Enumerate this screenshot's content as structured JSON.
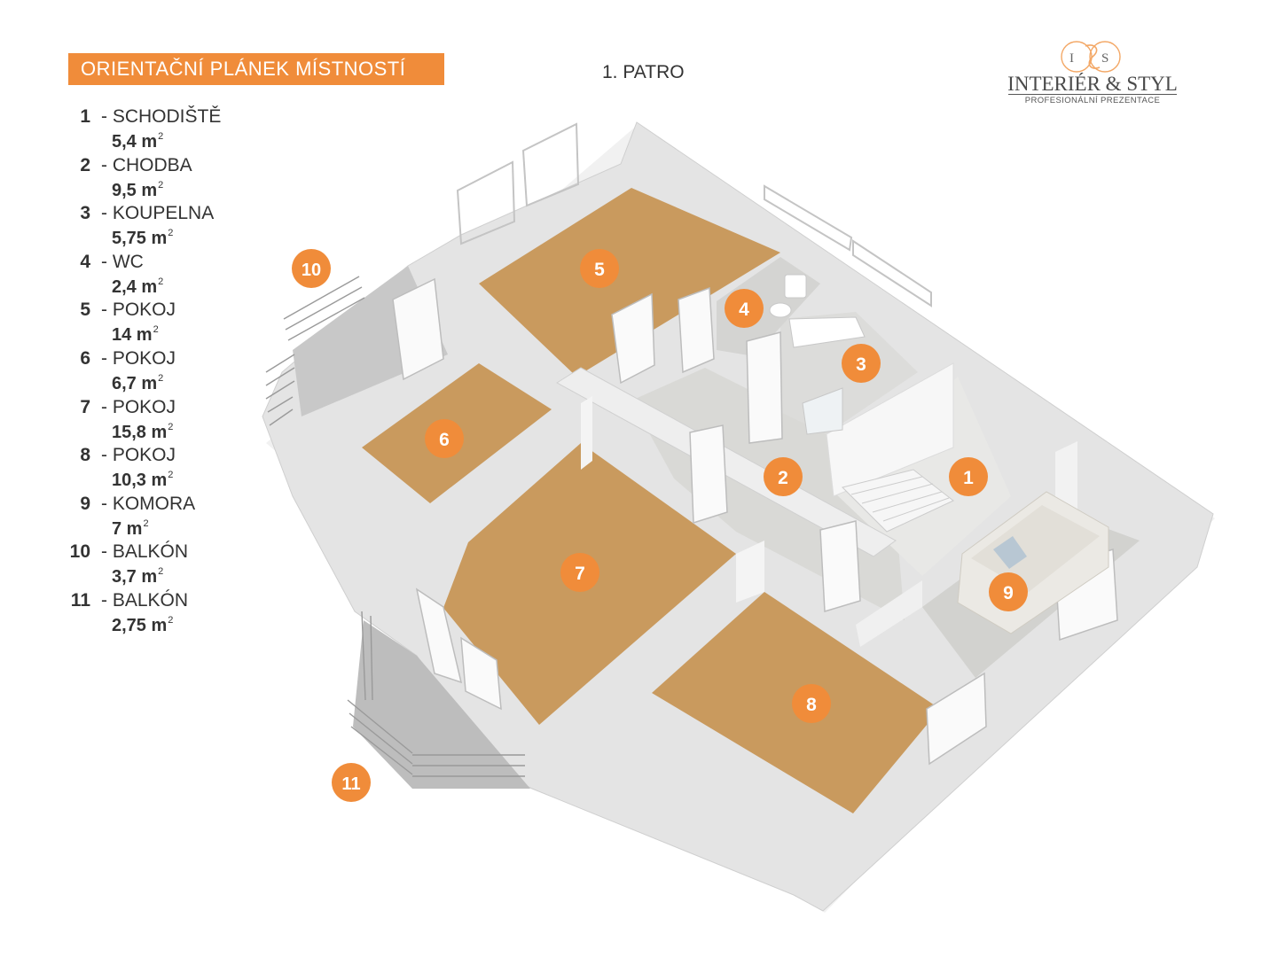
{
  "title": "ORIENTAČNÍ PLÁNEK MÍSTNOSTÍ",
  "floor": "1. PATRO",
  "logo": {
    "monogram_left": "I",
    "monogram_right": "S",
    "name": "INTERIÉR & STYL",
    "tagline": "PROFESIONÁLNÍ PREZENTACE"
  },
  "rooms": [
    {
      "num": "1",
      "name": "- SCHODIŠTĚ",
      "area": "5,4 m",
      "unit_exp": "2"
    },
    {
      "num": "2",
      "name": "- CHODBA",
      "area": "9,5 m",
      "unit_exp": "2"
    },
    {
      "num": "3",
      "name": "- KOUPELNA",
      "area": "5,75 m",
      "unit_exp": "2"
    },
    {
      "num": "4",
      "name": "- WC",
      "area": "2,4 m",
      "unit_exp": "2"
    },
    {
      "num": "5",
      "name": "- POKOJ",
      "area": "14 m",
      "unit_exp": "2"
    },
    {
      "num": "6",
      "name": "- POKOJ",
      "area": "6,7 m",
      "unit_exp": "2"
    },
    {
      "num": "7",
      "name": "- POKOJ",
      "area": "15,8 m",
      "unit_exp": "2"
    },
    {
      "num": "8",
      "name": "- POKOJ",
      "area": "10,3 m",
      "unit_exp": "2"
    },
    {
      "num": "9",
      "name": "- KOMORA",
      "area": "7 m",
      "unit_exp": "2"
    },
    {
      "num": "10",
      "name": "- BALKÓN",
      "area": "3,7 m",
      "unit_exp": "2"
    },
    {
      "num": "11",
      "name": "- BALKÓN",
      "area": "2,75 m",
      "unit_exp": "2"
    }
  ],
  "markers": [
    "1",
    "2",
    "3",
    "4",
    "5",
    "6",
    "7",
    "8",
    "9",
    "10",
    "11"
  ],
  "colors": {
    "accent": "#f08c3a",
    "wood": "#c99a5e",
    "wall": "#e6e6e6",
    "tile": "#d6d6d6"
  }
}
